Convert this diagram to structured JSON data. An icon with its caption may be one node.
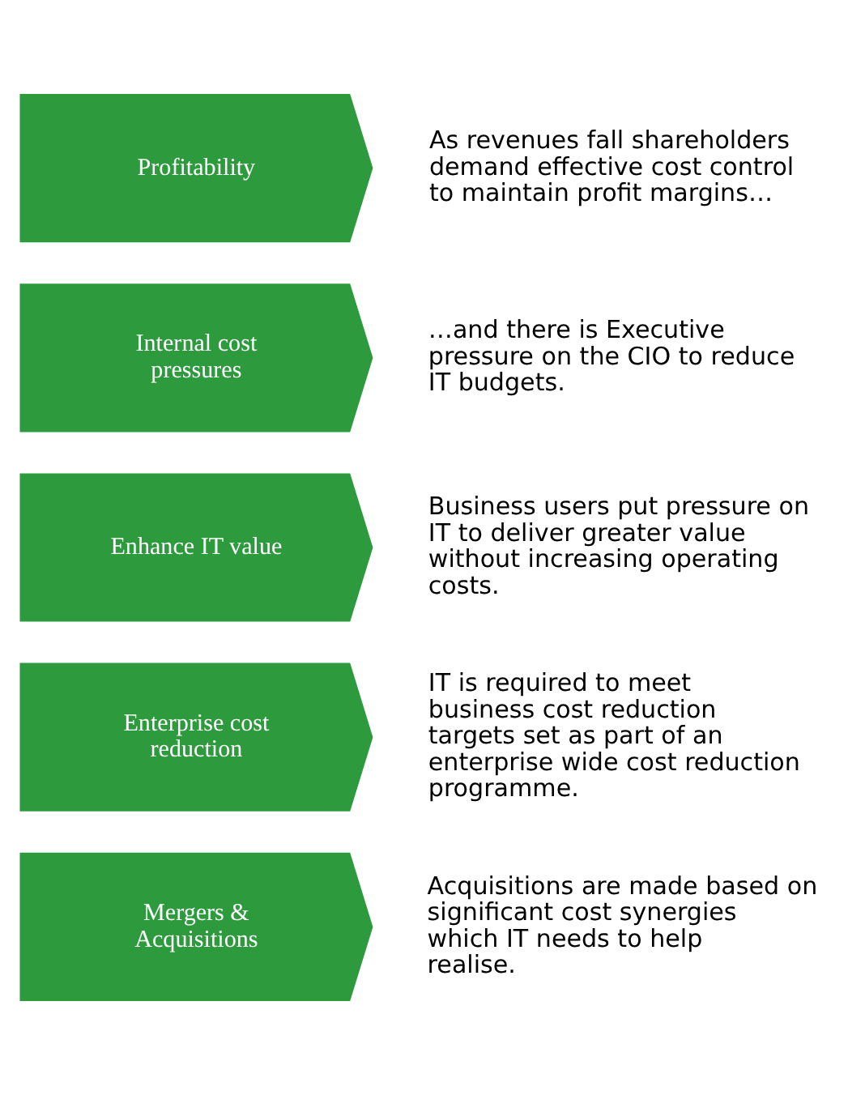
{
  "diagram": {
    "nodes": [
      {
        "text": [
          "Profitability"
        ],
        "beside": [
          "As revenues fall shareholders demand effective cost control to maintain profit margins…"
        ]
      },
      {
        "text": [
          "Internal cost pressures"
        ],
        "beside": [
          "…and there is Executive pressure on the CIO to reduce IT budgets."
        ]
      },
      {
        "text": [
          "Enhance IT value"
        ],
        "beside": [
          "Business users put pressure on IT to deliver greater value without increasing operating costs."
        ]
      },
      {
        "text": [
          "Enterprise cost reduction"
        ],
        "beside": [
          "IT is required to meet business cost reduction targets set as part of an enterprise wide cost reduction programme."
        ]
      },
      {
        "text": [
          "Mergers & Acquisitions"
        ],
        "beside": [
          "Acquisitions are made based on significant cost synergies which IT needs to help realise."
        ]
      }
    ]
  }
}
